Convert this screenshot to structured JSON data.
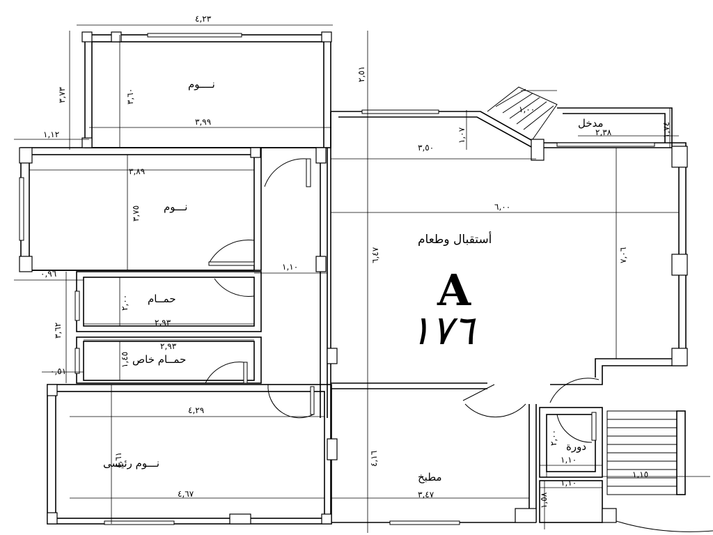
{
  "rooms": {
    "bedroom_top": "نــــوم",
    "bedroom_mid": "نـــوم",
    "bathroom": "حمــام",
    "private_bath": "حمــام خاص",
    "master_bedroom": "نـــوم رئيسى",
    "reception": "أستقبال وطعام",
    "entrance": "مدخل",
    "kitchen": "مطبخ",
    "wc": "دورة"
  },
  "unit": {
    "letter": "A",
    "number": "١٧٦"
  },
  "dimensions": {
    "top_width": "٤,٢٣",
    "bed_top_width": "٣,٩٩",
    "bed_top_height": "٣,٦٠",
    "outer_height_top": "٣,٧٣",
    "offset_top": "١,١٢",
    "bed_mid_width": "٣,٨٩",
    "bed_mid_height": "٣,٧٥",
    "corridor_width": "١,١٠",
    "offset_mid": "٠,٩٦",
    "bath_height": "٢,٠٠",
    "bath_width": "٢,٩٣",
    "outer_bath_height": "٣,٦٢",
    "private_bath_width": "٢,٩٣",
    "private_bath_height": "١,٤٥",
    "offset_bottom": "٠,٥١",
    "master_width_top": "٤,٢٩",
    "master_height": "٤,٦١",
    "master_width_bottom": "٤,٦٧",
    "reception_right_height": "٢,٥١",
    "entry_step": "١,٠٧",
    "reception_width_top": "٣,٥٠",
    "stair_width": "١,٠٠",
    "entrance_width": "٢,٣٨",
    "entrance_height": "١,٧٤",
    "reception_width": "٦,٠٠",
    "reception_height_left": "٦,٤٧",
    "reception_height_right": "٧,٠٦",
    "kitchen_height": "٤,١٦",
    "kitchen_width": "٣,٤٧",
    "wc_height": "٢,٠٠",
    "wc_width_1": "١,١٠",
    "wc_width_2": "١,١٠",
    "wc_depth": "١,٥٨",
    "stair_bottom": "١,١٥"
  }
}
